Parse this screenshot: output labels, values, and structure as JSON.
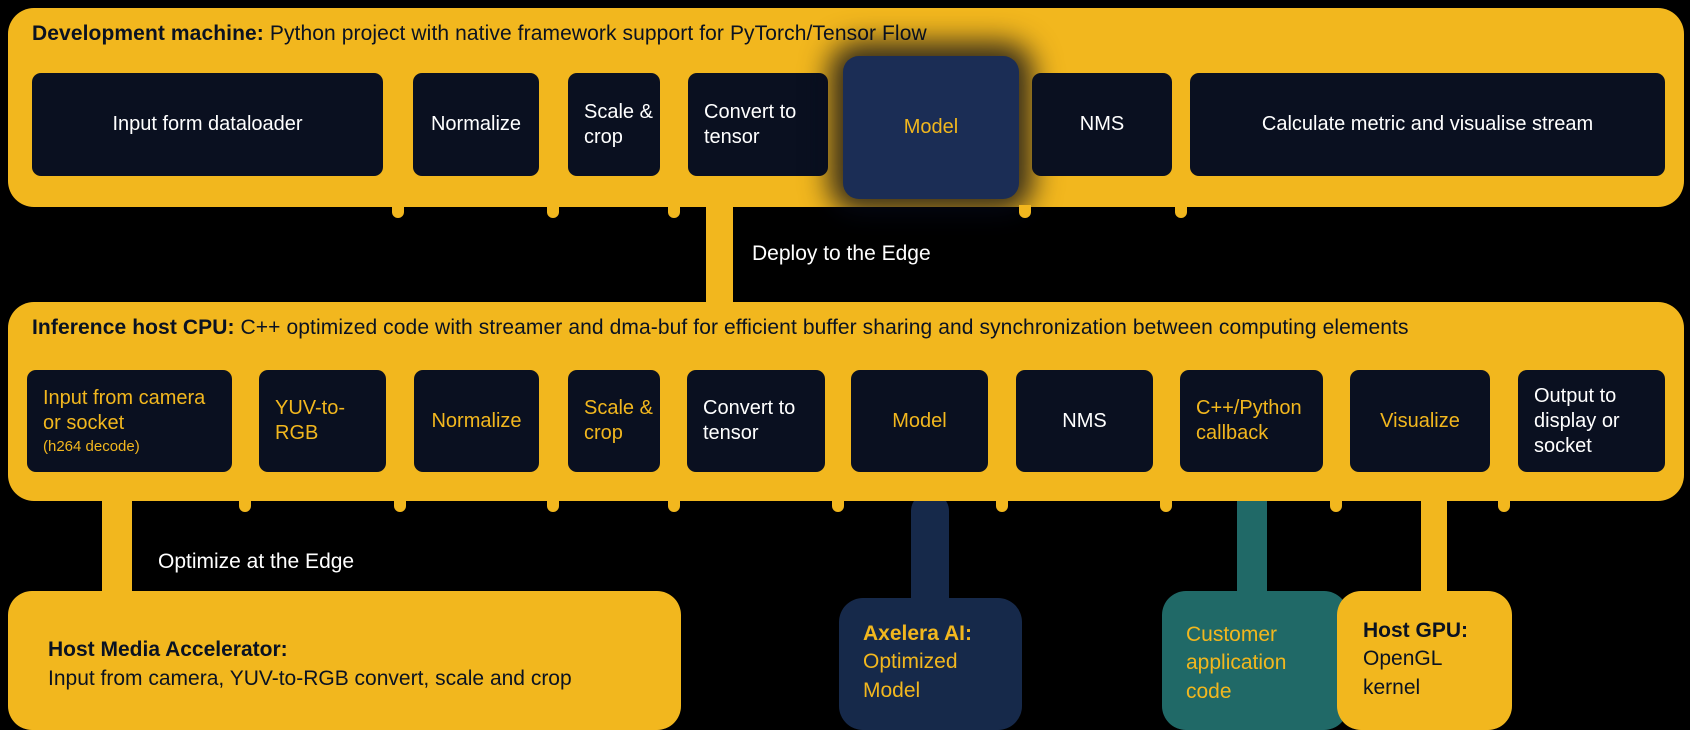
{
  "colors": {
    "bg": "#000000",
    "yellow": "#F2B71E",
    "ink": "#0A1222",
    "box": "#0A1020",
    "model_box": "#1B2D55",
    "axelera_navy": "#16294A",
    "teal": "#206967",
    "text_white": "#FFFFFF"
  },
  "dev_machine": {
    "title_bold": "Development machine:",
    "title_rest": " Python project with native framework support for PyTorch/Tensor Flow",
    "boxes": [
      {
        "label": "Input form dataloader"
      },
      {
        "label": "Normalize"
      },
      {
        "label": "Scale &\ncrop"
      },
      {
        "label": "Convert to\ntensor"
      },
      {
        "label": "Model"
      },
      {
        "label": "NMS"
      },
      {
        "label": "Calculate metric and visualise stream"
      }
    ]
  },
  "deploy_edge_label": "Deploy to the Edge",
  "inference_cpu": {
    "title_bold": "Inference host CPU:",
    "title_rest": " C++ optimized code with streamer and dma-buf for efficient buffer sharing and synchronization between computing elements",
    "boxes": [
      {
        "label": "Input from camera\nor socket",
        "sub": "(h264 decode)"
      },
      {
        "label": "YUV-to-\nRGB"
      },
      {
        "label": "Normalize"
      },
      {
        "label": "Scale &\ncrop"
      },
      {
        "label": "Convert to\ntensor"
      },
      {
        "label": "Model"
      },
      {
        "label": "NMS"
      },
      {
        "label": "C++/Python\ncallback"
      },
      {
        "label": "Visualize"
      },
      {
        "label": "Output to\ndisplay or\nsocket"
      }
    ]
  },
  "optimize_edge_label": "Optimize at the Edge",
  "hardware": {
    "media_accelerator": {
      "title": "Host Media Accelerator:",
      "description": "Input from camera, YUV-to-RGB convert, scale and crop"
    },
    "axelera": {
      "title": "Axelera AI:",
      "description": "Optimized\nModel"
    },
    "customer": {
      "description": "Customer\napplication\ncode"
    },
    "gpu": {
      "title": "Host GPU:",
      "description": "OpenGL\nkernel"
    }
  }
}
